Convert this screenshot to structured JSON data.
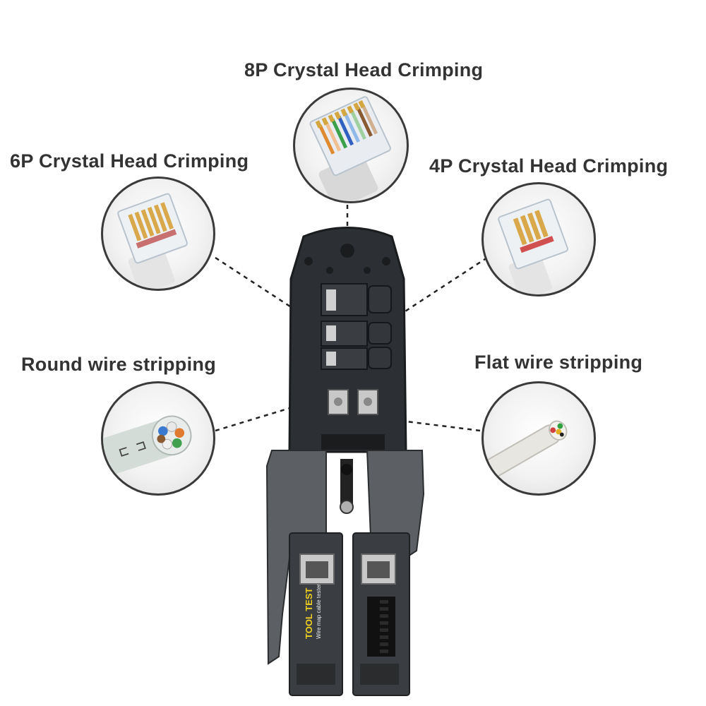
{
  "labels": {
    "crimp_8p": "8P Crystal Head Crimping",
    "crimp_6p": "6P Crystal Head Crimping",
    "crimp_4p": "4P Crystal Head Crimping",
    "round_strip": "Round wire stripping",
    "flat_strip": "Flat wire stripping"
  },
  "tester": {
    "brand": "TOOL TEST",
    "subtitle": "Wire map cable tester"
  },
  "colors": {
    "label_text": "#333333",
    "tool_body": "#2c3034",
    "handle": "#5c6064",
    "brand_text": "#f0d020"
  },
  "icons": [
    "rj45-connector-icon",
    "rj12-connector-icon",
    "rj11-connector-icon",
    "round-cable-icon",
    "flat-cable-icon"
  ]
}
